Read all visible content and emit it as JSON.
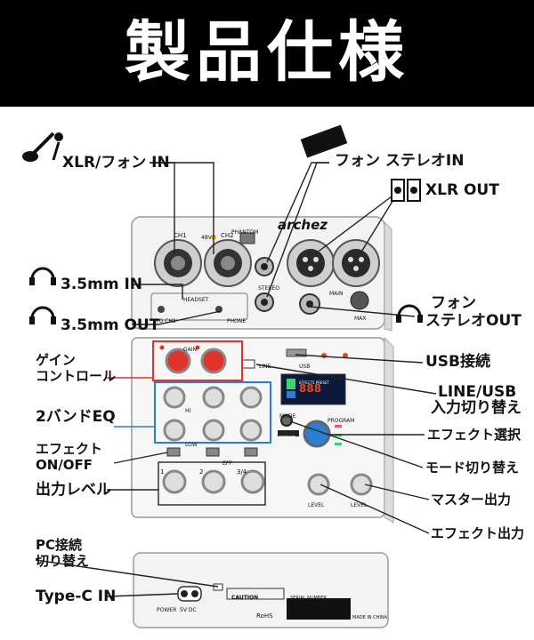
{
  "header": {
    "title": "製品仕様"
  },
  "callouts": {
    "xlr_phone_in": "XLR/フォン IN",
    "phone_stereo_in": "フォン ステレオIN",
    "xlr_out": "XLR OUT",
    "mm35_in": "3.5mm IN",
    "mm35_out": "3.5mm OUT",
    "phone_stereo_out_1": "フォン",
    "phone_stereo_out_2": "ステレオOUT",
    "gain_1": "ゲイン",
    "gain_2": "コントロール",
    "usb_connect": "USB接続",
    "line_usb_1": "LINE/USB",
    "line_usb_2": "入力切り替え",
    "eq_2band": "2バンドEQ",
    "effect_select": "エフェクト選択",
    "effect_onoff_1": "エフェクト",
    "effect_onoff_2": "ON/OFF",
    "mode_switch": "モード切り替え",
    "output_level": "出力レベル",
    "master_out": "マスター出力",
    "effect_out": "エフェクト出力",
    "pc_switch_1": "PC接続",
    "pc_switch_2": "切り替え",
    "typec_in": "Type-C IN"
  },
  "device": {
    "brand": "archez",
    "ch1": "CH1",
    "ch2": "CH2",
    "phantom": "PHANTOM",
    "v48": "48V",
    "headset": "HEADSET",
    "to_ch1": "TO CH1",
    "phone": "PHONE",
    "stereo": "STEREO",
    "main": "MAIN",
    "max": "MAX",
    "line": "LINE",
    "usb": "USB",
    "gain": "GAIN",
    "hi": "HI",
    "low": "LOW",
    "eff": "EFF",
    "mode": "MODE",
    "effect": "EFFECT",
    "program": "PROGRAM",
    "level": "LEVEL",
    "ch_nums": [
      "1",
      "2",
      "3/4"
    ],
    "display_digits": "888",
    "display_title": "EFFECTS PRESET",
    "caution": "CAUTION",
    "power": "POWER",
    "dc": "5V DC",
    "serial": "SERIAL NUMBER",
    "made": "MADE IN CHINA",
    "rohs": "RoHS"
  },
  "colors": {
    "header_bg": "#000000",
    "gain_red": "#e0332c",
    "eq_blue": "#2a7fd4",
    "line": "#222222"
  }
}
